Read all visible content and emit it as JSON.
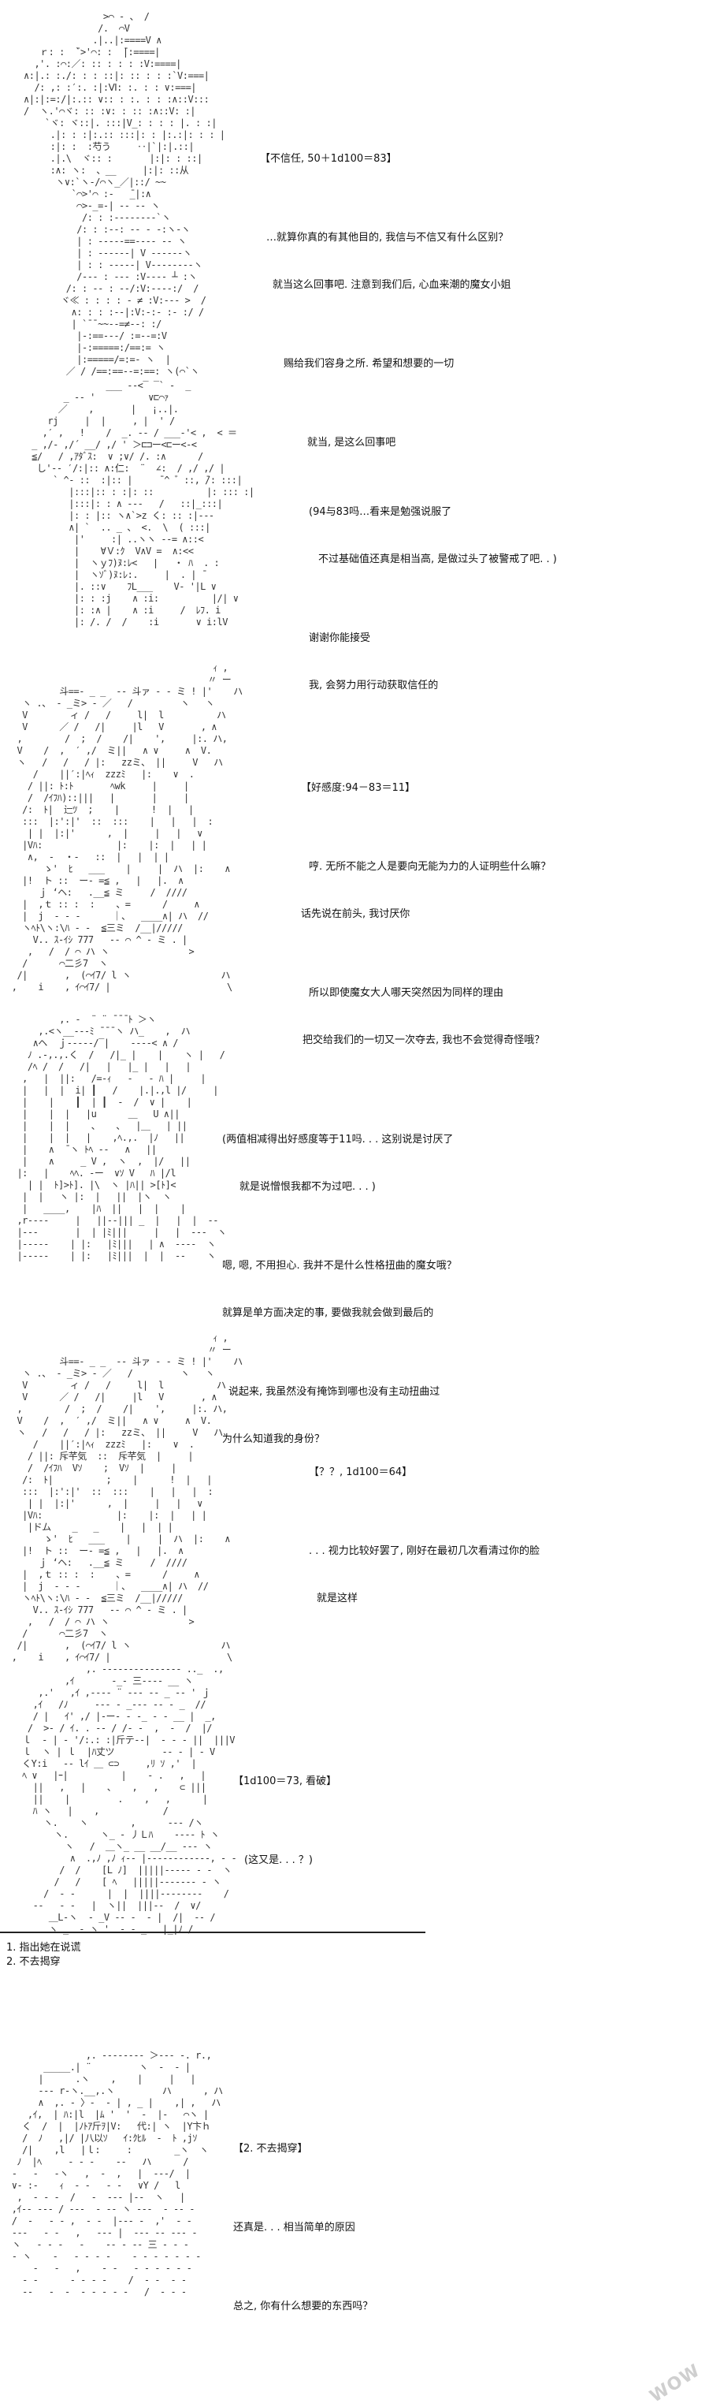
{
  "panels": [
    {
      "lines": [
        "【不信任, 50＋1d100＝83】",
        "",
        "…就算你真的有其他目的, 我信与不信又有什么区别？",
        "就当这么回事吧. 注意到我们后, 心血来潮的魔女小姐",
        "",
        "赐给我们容身之所. 希望和想要的一切",
        "",
        "就当, 是这么回事吧"
      ]
    },
    {
      "lines": [
        "(94与83吗…看来是勉强说服了",
        "不过基础值还真是相当高, 是做过头了被警戒了吧. . )",
        "",
        "谢谢你能接受",
        "我, 会努力用行动获取信任的"
      ]
    },
    {
      "lines": [
        "【好感度:94－83＝11】",
        "",
        "哼. 无所不能之人是要向无能为力的人证明些什么嘛？",
        "话先说在前头, 我讨厌你",
        "",
        "所以即使魔女大人哪天突然因为同样的理由",
        "把交给我们的一切又一次夺去, 我也不会觉得奇怪哦？"
      ]
    },
    {
      "lines": [
        "(两值相减得出好感度等于11吗. . . 这别说是讨厌了",
        "就是说憎恨我都不为过吧. . . )",
        "",
        "嗯, 嗯, 不用担心. 我并不是什么性格扭曲的魔女哦？",
        "就算是单方面决定的事, 要做我就会做到最后的",
        "",
        "说起来, 我虽然没有掩饰到哪也没有主动扭曲过",
        "为什么知道我的身份？"
      ]
    },
    {
      "lines": [
        "【？？, 1d100＝64】",
        "",
        ". . . 视力比较好罢了, 刚好在最初几次看清过你的脸",
        "就是这样"
      ]
    },
    {
      "lines": [
        "【1d100＝73, 看破】",
        "",
        "(这又是. . . ？)"
      ]
    },
    {
      "lines": [
        "【2. 不去揭穿】",
        "",
        "还真是. . . 相当简单的原因",
        "",
        "总之, 你有什么想要的东西吗？"
      ]
    }
  ],
  "choices": [
    "1. 指出她在说谎",
    "2. 不去揭穿"
  ],
  "watermark": "WOW"
}
